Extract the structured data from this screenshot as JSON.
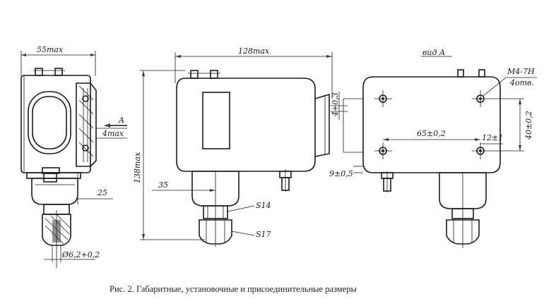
{
  "dims": {
    "side_width": "55max",
    "side_a_label": "A",
    "side_gap": "4max",
    "side_offset": "25",
    "side_thread": "Ø6,2+0,2",
    "front_width": "128max",
    "front_height": "138max",
    "front_offset": "35",
    "front_hex1": "S14",
    "front_hex2": "S17",
    "front_depth": "4+0,3",
    "view_title": "вид A",
    "view_thread": "M4-7H",
    "view_holes": "4отв.",
    "view_spacing": "65±0,2",
    "view_height": "40±0,2",
    "view_offset_small": "12±1",
    "view_bottom": "9±0,5"
  },
  "caption": "Рис. 2. Габаритные, установочные и присоединительные размеры"
}
